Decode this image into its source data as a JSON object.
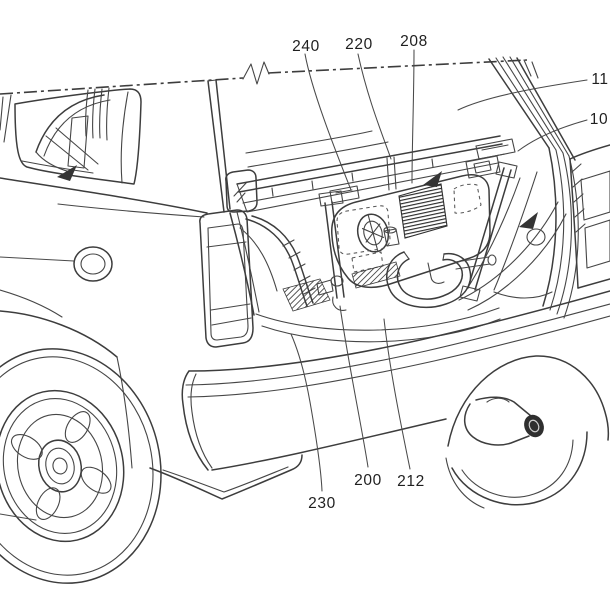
{
  "figure": {
    "background_color": "#ffffff",
    "line_color": "#3d3d3d",
    "label_color": "#1f1f1f",
    "grille_color": "#2a2a2a"
  },
  "reference_labels": {
    "l240": "240",
    "l220": "220",
    "l208": "208",
    "l11": "11",
    "l10": "10",
    "l200": "200",
    "l212": "212",
    "l230": "230"
  }
}
